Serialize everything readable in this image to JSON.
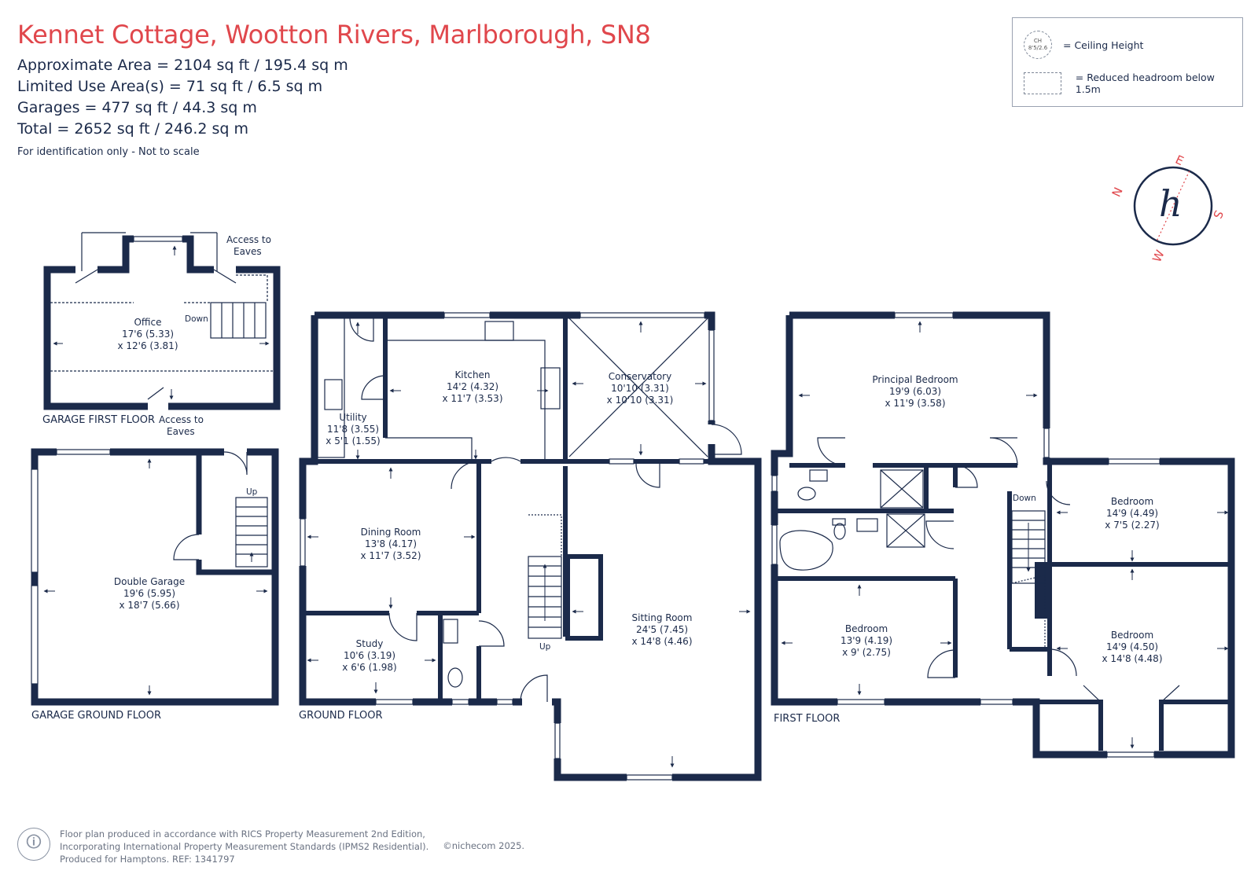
{
  "header": {
    "title": "Kennet Cottage, Wootton Rivers, Marlborough, SN8",
    "lines": [
      "Approximate Area = 2104 sq ft / 195.4 sq m",
      "Limited Use Area(s) = 71 sq ft / 6.5 sq m",
      "Garages = 477 sq ft / 44.3 sq m",
      "Total = 2652 sq ft / 246.2 sq m"
    ],
    "note": "For identification only - Not to scale"
  },
  "legend": {
    "ch_line1": "CH",
    "ch_line2": "8'5/2.6",
    "ceiling_label": "= Ceiling Height",
    "headroom_label": "= Reduced headroom below 1.5m"
  },
  "compass": {
    "n": "N",
    "e": "E",
    "s": "S",
    "w": "W",
    "logo": "h"
  },
  "colors": {
    "wall": "#1b2a4a",
    "title": "#e0474c",
    "compass": "#e0474c"
  },
  "floors": {
    "garage_first": "GARAGE FIRST FLOOR",
    "garage_ground": "GARAGE GROUND FLOOR",
    "ground": "GROUND FLOOR",
    "first": "FIRST FLOOR"
  },
  "labels": {
    "access_eaves_1a": "Access to",
    "access_eaves_1b": "Eaves",
    "access_eaves_2a": "Access to",
    "access_eaves_2b": "Eaves",
    "down_1": "Down",
    "up_1": "Up",
    "up_2": "Up",
    "down_2": "Down"
  },
  "rooms": {
    "office": {
      "name": "Office",
      "d1": "17'6 (5.33)",
      "d2": "x 12'6 (3.81)"
    },
    "double_garage": {
      "name": "Double Garage",
      "d1": "19'6 (5.95)",
      "d2": "x 18'7 (5.66)"
    },
    "kitchen": {
      "name": "Kitchen",
      "d1": "14'2 (4.32)",
      "d2": "x 11'7 (3.53)"
    },
    "conservatory": {
      "name": "Conservatory",
      "d1": "10'10 (3.31)",
      "d2": "x 10'10 (3.31)"
    },
    "utility": {
      "name": "Utility",
      "d1": "11'8 (3.55)",
      "d2": "x 5'1 (1.55)"
    },
    "dining": {
      "name": "Dining Room",
      "d1": "13'8 (4.17)",
      "d2": "x 11'7 (3.52)"
    },
    "study": {
      "name": "Study",
      "d1": "10'6 (3.19)",
      "d2": "x 6'6 (1.98)"
    },
    "sitting": {
      "name": "Sitting Room",
      "d1": "24'5 (7.45)",
      "d2": "x 14'8 (4.46)"
    },
    "principal": {
      "name": "Principal Bedroom",
      "d1": "19'9 (6.03)",
      "d2": "x 11'9 (3.58)"
    },
    "bed_a": {
      "name": "Bedroom",
      "d1": "14'9 (4.49)",
      "d2": "x 7'5 (2.27)"
    },
    "bed_b": {
      "name": "Bedroom",
      "d1": "13'9 (4.19)",
      "d2": "x 9' (2.75)"
    },
    "bed_c": {
      "name": "Bedroom",
      "d1": "14'9 (4.50)",
      "d2": "x 14'8 (4.48)"
    }
  },
  "footer": {
    "line1": "Floor plan produced in accordance with RICS Property Measurement 2nd Edition,",
    "line2": "Incorporating International Property Measurement Standards (IPMS2 Residential).",
    "line3": "Produced for Hamptons.   REF:  1341797",
    "copyright": "©nichecom 2025."
  }
}
